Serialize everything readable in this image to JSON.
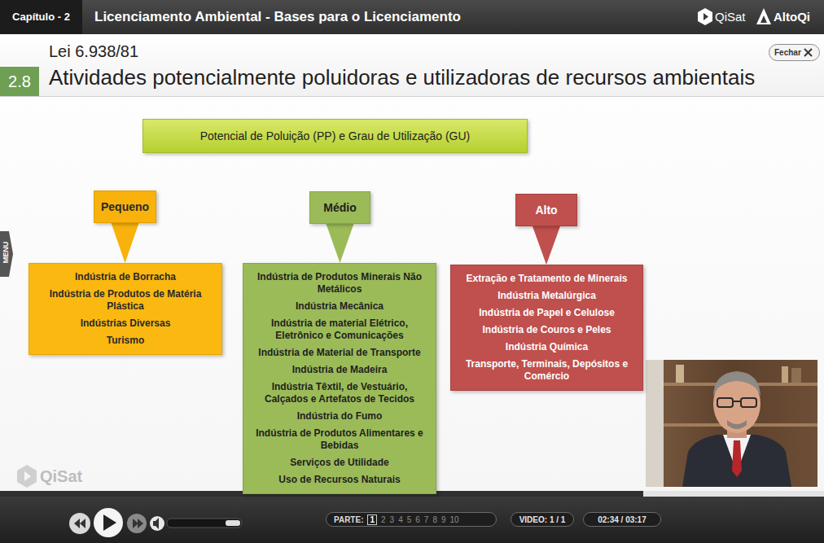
{
  "diagram": {
    "title": "Atividades potencialmente poluidoras e utilizadoras de recursos ambientais",
    "nodes": [
      {
        "text": [
          "Potencial de Poluição (PP) e Grau de Utilização (GU)"
        ]
      },
      {
        "text": [
          "Pequeno"
        ]
      },
      {
        "text": [
          "Médio"
        ]
      },
      {
        "text": [
          "Alto"
        ]
      },
      {
        "text": [
          "Indústria de Borracha",
          "Indústria de Produtos de Matéria Plástica",
          "Indústrias Diversas",
          "Turismo"
        ]
      },
      {
        "text": [
          "Indústria de Produtos Minerais Não Metálicos",
          "Indústria Mecânica",
          "Indústria de material Elétrico, Eletrônico e Comunicações",
          "Indústria de Material de Transporte",
          "Indústria de Madeira",
          "Indústria Têxtil, de Vestuário, Calçados e Artefatos de Tecidos",
          "Indústria do Fumo",
          "Indústria de Produtos Alimentares e Bebidas",
          "Serviços de Utilidade",
          "Uso de Recursos Naturais"
        ]
      },
      {
        "text": [
          "Extração e Tratamento de Minerais",
          "Indústria Metalúrgica",
          "Indústria de Papel e Celulose",
          "Indústria de Couros e Peles",
          "Indústria Química",
          "Transporte, Terminais, Depósitos e Comércio"
        ]
      }
    ],
    "edges": [
      {
        "from": 1,
        "to": 4,
        "arrow": "to"
      },
      {
        "from": 2,
        "to": 5,
        "arrow": "to"
      },
      {
        "from": 3,
        "to": 6,
        "arrow": "to"
      }
    ],
    "labels": [
      "Capítulo - 2",
      "Licenciamento Ambiental - Bases para o Licenciamento",
      "QiSat",
      "AltoQi",
      "Lei 6.938/81",
      "2.8",
      "Fechar",
      "MENU",
      "QiSat",
      "PARTE:",
      "1",
      "2",
      "3",
      "4",
      "5",
      "6",
      "7",
      "8",
      "9",
      "10",
      "VIDEO: 1 / 1",
      "02:34 / 03:17"
    ]
  }
}
